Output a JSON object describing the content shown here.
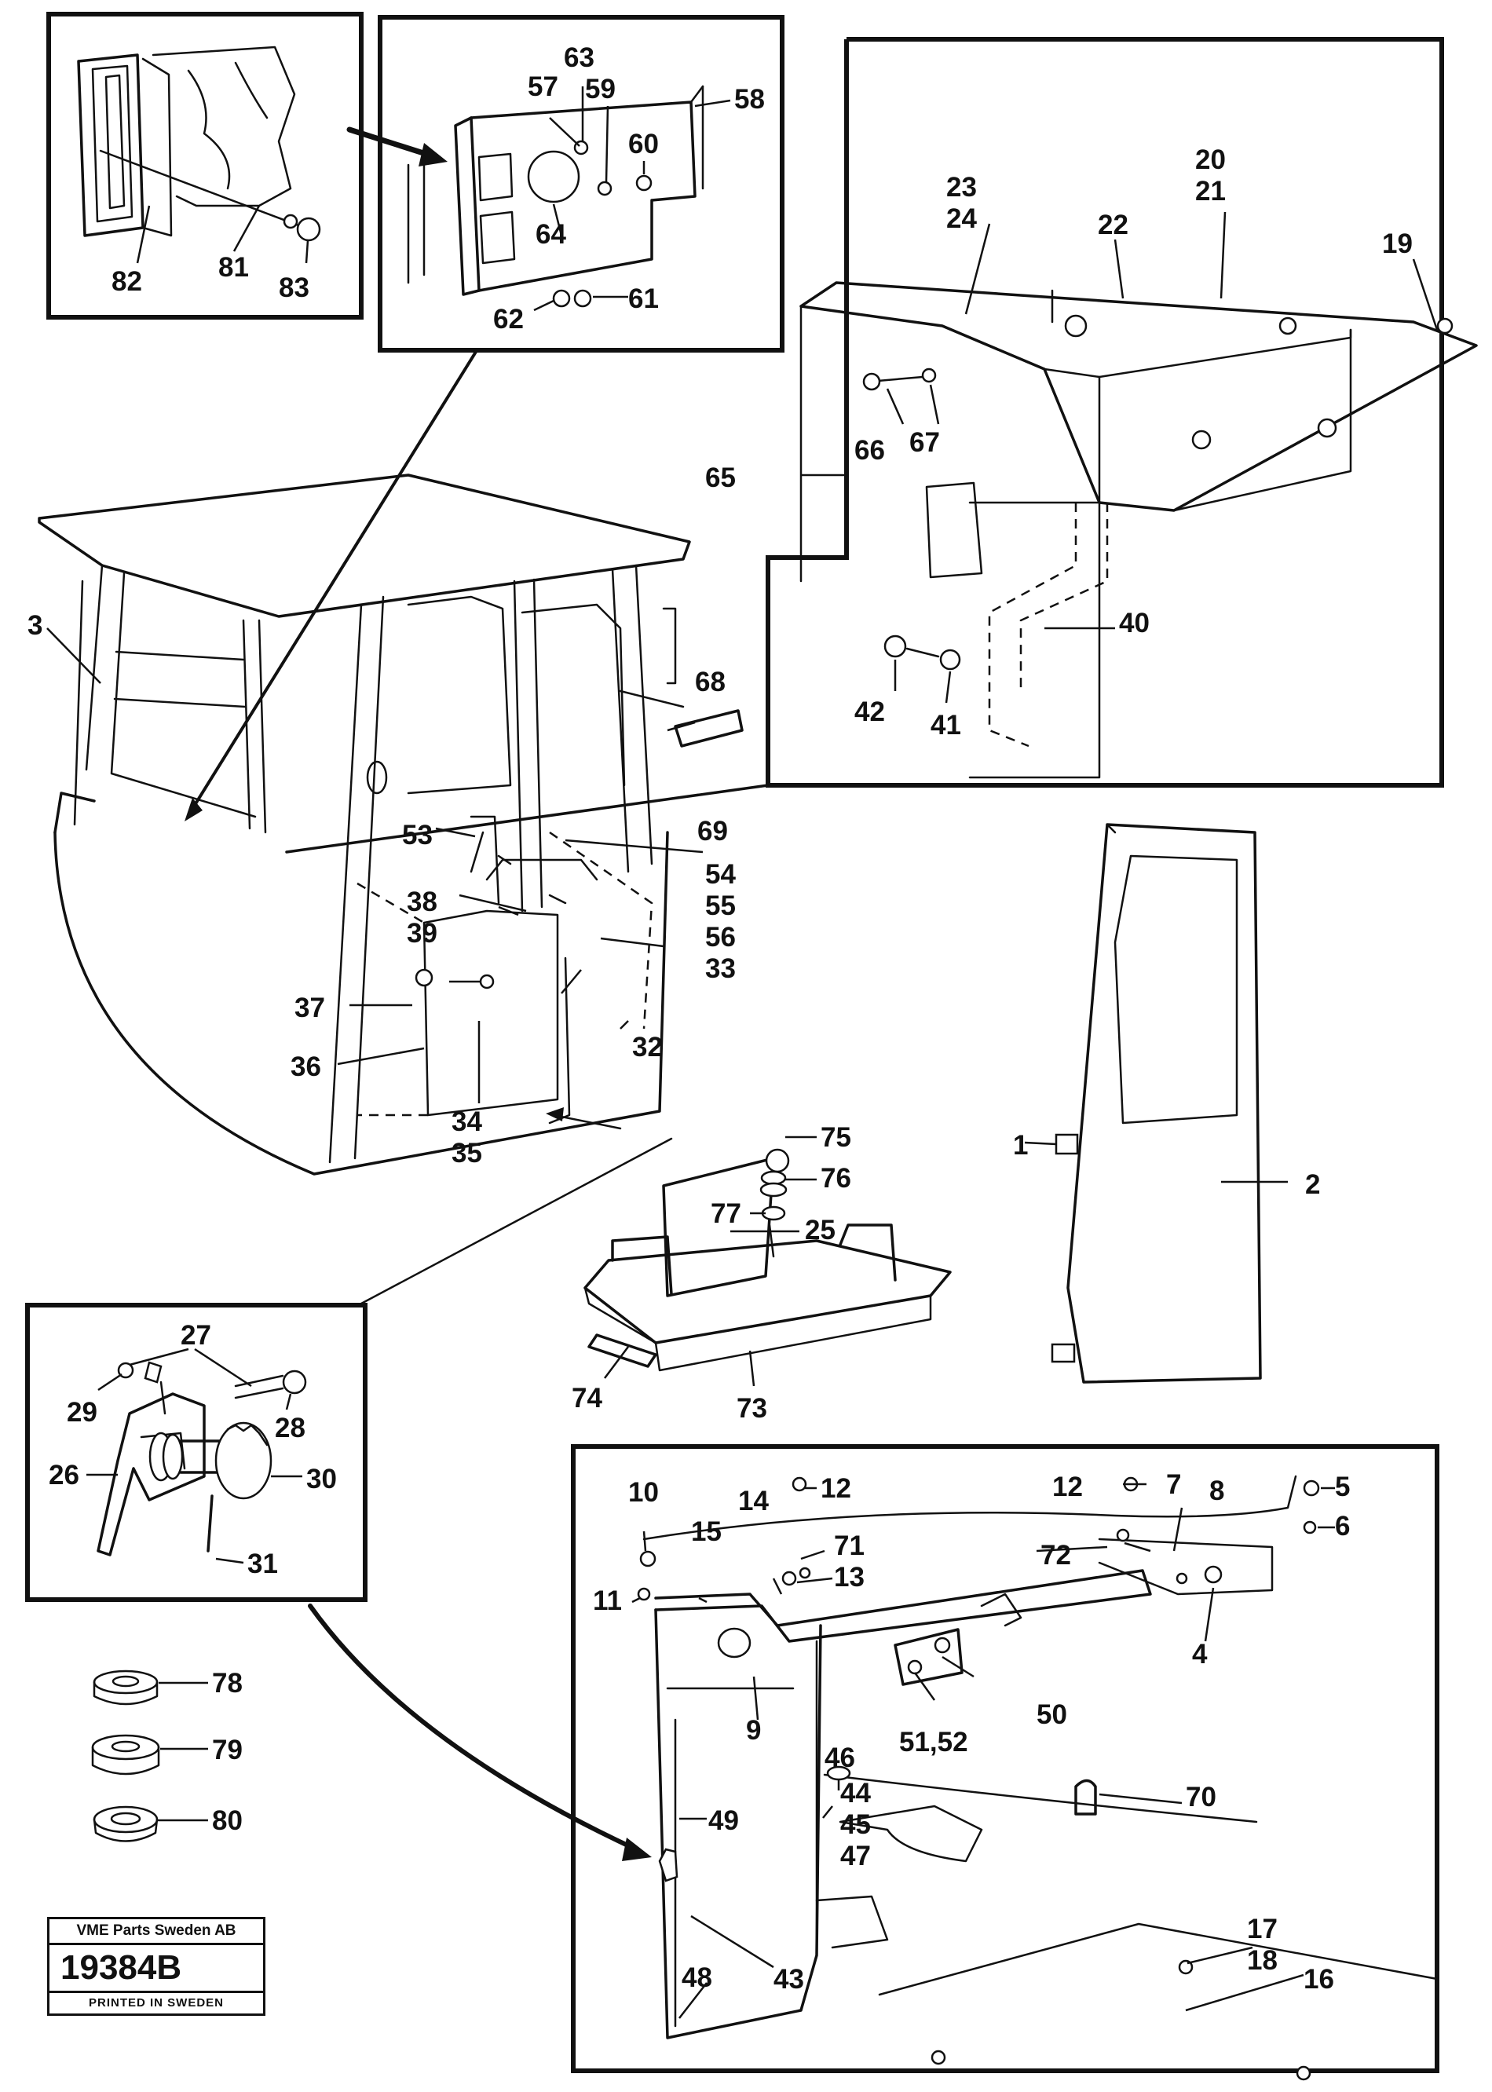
{
  "labels": [
    "1",
    "2",
    "3",
    "4",
    "5",
    "6",
    "7",
    "8",
    "9",
    "10",
    "11",
    "12",
    "12",
    "13",
    "14",
    "15",
    "16",
    "17",
    "18",
    "19",
    "20",
    "21",
    "22",
    "23",
    "24",
    "25",
    "26",
    "27",
    "28",
    "29",
    "30",
    "31",
    "32",
    "33",
    "34",
    "35",
    "36",
    "37",
    "38",
    "39",
    "40",
    "41",
    "42",
    "43",
    "44",
    "45",
    "46",
    "47",
    "48",
    "49",
    "50",
    "51,52",
    "53",
    "54",
    "55",
    "56",
    "57",
    "58",
    "59",
    "60",
    "61",
    "62",
    "63",
    "64",
    "65",
    "66",
    "67",
    "68",
    "69",
    "70",
    "71",
    "72",
    "73",
    "74",
    "75",
    "76",
    "77",
    "78",
    "79",
    "80",
    "81",
    "82",
    "83"
  ],
  "stamp": {
    "company": "VME Parts Sweden AB",
    "drawing_number": "19384B",
    "printed": "PRINTED IN SWEDEN"
  }
}
